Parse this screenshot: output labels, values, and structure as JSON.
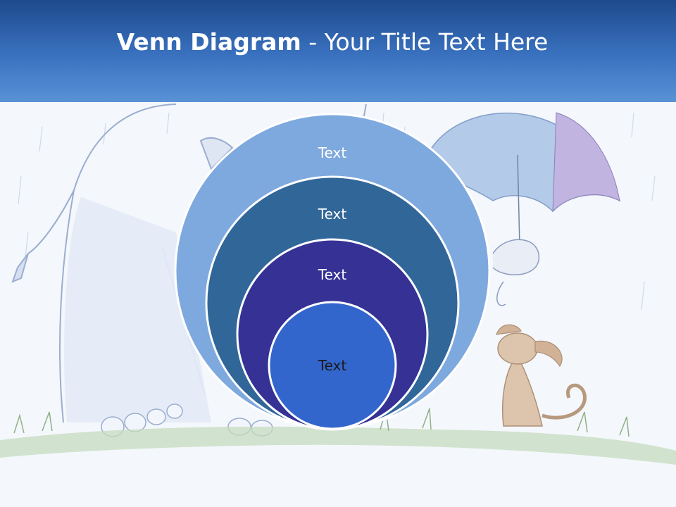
{
  "slide": {
    "title_bold": "Venn Diagram",
    "title_rest": " - Your Title Text Here"
  },
  "venn": {
    "circles": [
      {
        "label": "Text",
        "fill": "#7ea9de",
        "text_color": "#ffffff"
      },
      {
        "label": "Text",
        "fill": "#316699",
        "text_color": "#ffffff"
      },
      {
        "label": "Text",
        "fill": "#353195",
        "text_color": "#ffffff"
      },
      {
        "label": "Text",
        "fill": "#3366cc",
        "text_color": "#1a1a1a"
      }
    ]
  },
  "colors": {
    "header_dark": "#1e4a8c",
    "header_light": "#5a92d6",
    "background": "#f4f7fb",
    "circle_outline": "#ffffff"
  },
  "background_art": [
    "elephant-sketch",
    "umbrella",
    "dog-sketch",
    "grass",
    "rain"
  ]
}
